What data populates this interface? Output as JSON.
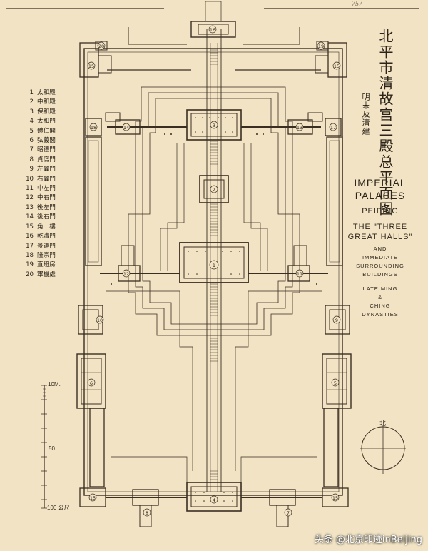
{
  "title_zh": "北平市清故宫三殿总平面图",
  "subtitle_zh": "明末及清建",
  "corner_note": "757",
  "legend": [
    {
      "n": "1",
      "label": "太和殿"
    },
    {
      "n": "2",
      "label": "中和殿"
    },
    {
      "n": "3",
      "label": "保和殿"
    },
    {
      "n": "4",
      "label": "太和門"
    },
    {
      "n": "5",
      "label": "體仁閣"
    },
    {
      "n": "6",
      "label": "弘義閣"
    },
    {
      "n": "7",
      "label": "昭德門"
    },
    {
      "n": "8",
      "label": "貞度門"
    },
    {
      "n": "9",
      "label": "左翼門"
    },
    {
      "n": "10",
      "label": "右翼門"
    },
    {
      "n": "11",
      "label": "中左門"
    },
    {
      "n": "12",
      "label": "中右門"
    },
    {
      "n": "13",
      "label": "後左門"
    },
    {
      "n": "14",
      "label": "後右門"
    },
    {
      "n": "15",
      "label": "角　樓"
    },
    {
      "n": "16",
      "label": "乾清門"
    },
    {
      "n": "17",
      "label": "景運門"
    },
    {
      "n": "18",
      "label": "隆宗門"
    },
    {
      "n": "19",
      "label": "直班房"
    },
    {
      "n": "20",
      "label": "軍機處"
    }
  ],
  "english_title": {
    "line1": "IMPERIAL",
    "line2": "PALACES",
    "line3": "PEIPING",
    "line4": "THE \"THREE",
    "line5": "GREAT HALLS\"",
    "line6": "AND",
    "line7": "IMMEDIATE",
    "line8": "SURROUNDING",
    "line9": "BUILDINGS",
    "line10": "LATE MING",
    "line11": "&",
    "line12": "CHING",
    "line13": "DYNASTIES"
  },
  "scale": {
    "top": "10M.",
    "mid": "50",
    "bottom": "100 公尺"
  },
  "north_label": "北",
  "watermark": "头条 @北京印迹inBeijing",
  "building_numbers": {
    "b1": "1",
    "b2": "2",
    "b3": "3",
    "b4": "4",
    "b5": "5",
    "b6": "6",
    "b7": "7",
    "b8": "8",
    "b9": "9",
    "b10": "10",
    "b11": "11",
    "b12": "12",
    "b13": "13",
    "b14": "14",
    "b15a": "15",
    "b15b": "15",
    "b15c": "15",
    "b15d": "15",
    "b16": "16",
    "b17": "17",
    "b18": "18",
    "b19": "19",
    "b20": "20"
  },
  "colors": {
    "paper": "#f1e3c3",
    "ink": "#2c241a"
  }
}
